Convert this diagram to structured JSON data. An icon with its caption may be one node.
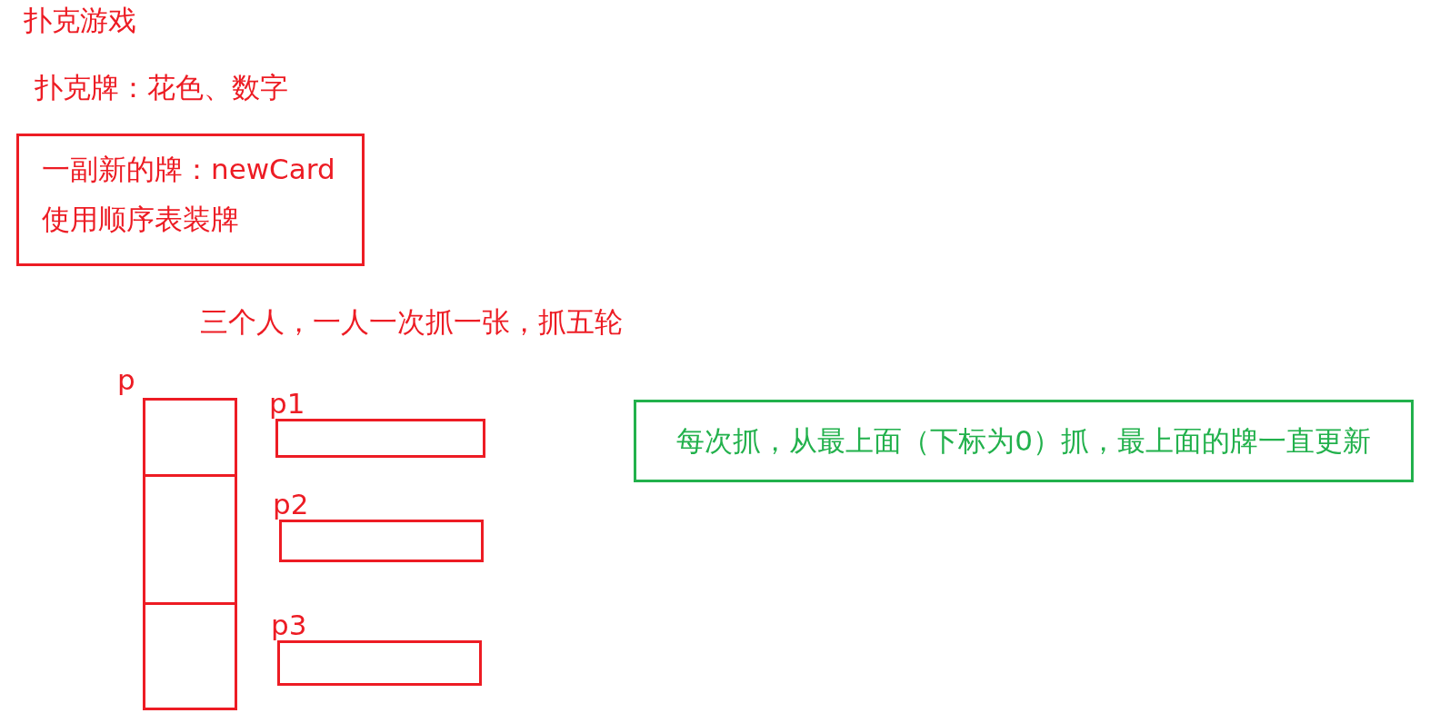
{
  "diagram": {
    "title": "扑克游戏",
    "nodes": [
      {
        "text": [
          "一副新的牌：newCard",
          "使用顺序表装牌"
        ]
      },
      {
        "text": [
          "p"
        ]
      },
      {
        "text": [],
        "shape": "box",
        "in": 1
      },
      {
        "text": [],
        "shape": "box",
        "in": 1
      },
      {
        "text": [],
        "shape": "box",
        "in": 1
      },
      {
        "text": [
          "p1"
        ]
      },
      {
        "text": [
          "p2"
        ]
      },
      {
        "text": [
          "p3"
        ]
      },
      {
        "text": [
          "每次抓，从最上面（下标为0）抓，最上面的牌一直更新"
        ]
      }
    ],
    "labels": [
      "扑克牌：花色、数字",
      "三个人，一人一次抓一张，抓五轮"
    ]
  }
}
